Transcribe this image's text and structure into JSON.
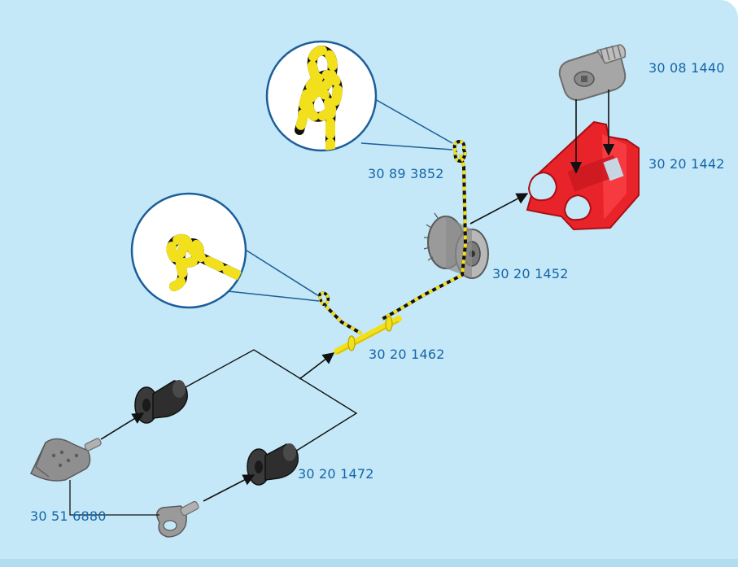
{
  "accent_color": "#1565a8",
  "background_color": "#c4e8f8",
  "parts": [
    {
      "id": "gear-housing",
      "code": "30 08 1440",
      "color": "#a9a9a9",
      "icon": "gear-housing-icon"
    },
    {
      "id": "red-frame",
      "code": "30 20 1442",
      "color": "#e8232a",
      "icon": "red-frame-icon"
    },
    {
      "id": "knot-end",
      "code": "30 89 3852",
      "color": "#f2e01c",
      "icon": "knot-icon"
    },
    {
      "id": "pulley",
      "code": "30 20 1452",
      "color": "#8c8c8c",
      "icon": "pulley-icon"
    },
    {
      "id": "yellow-axle",
      "code": "30 20 1462",
      "color": "#f2e01c",
      "icon": "axle-icon"
    },
    {
      "id": "black-bushings",
      "code": "30 20 1472",
      "color": "#2e2e2e",
      "icon": "bushing-icon"
    },
    {
      "id": "arrow-head-and-clip",
      "code": "30 51 6880",
      "color": "#9a9a9a",
      "icon": "arrowhead-icon"
    }
  ]
}
